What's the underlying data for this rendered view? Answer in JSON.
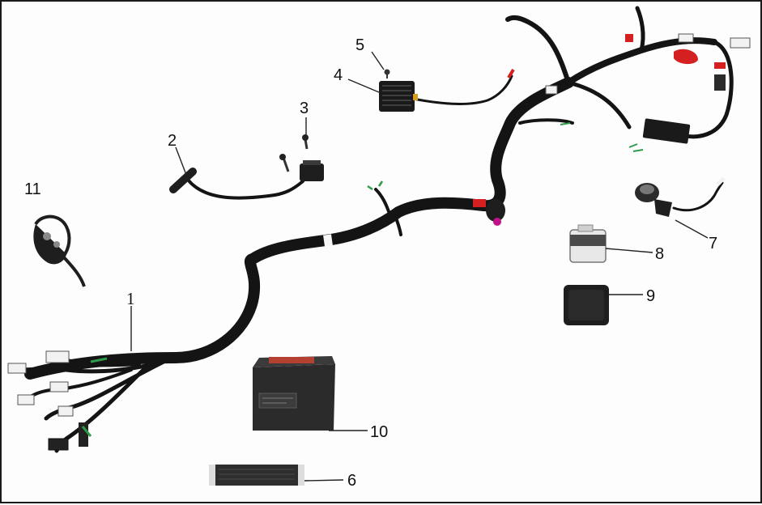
{
  "diagram": {
    "callouts": [
      {
        "id": "1",
        "label": "1"
      },
      {
        "id": "2",
        "label": "2"
      },
      {
        "id": "3",
        "label": "3"
      },
      {
        "id": "4",
        "label": "4"
      },
      {
        "id": "5",
        "label": "5"
      },
      {
        "id": "6",
        "label": "6"
      },
      {
        "id": "7",
        "label": "7"
      },
      {
        "id": "8",
        "label": "8"
      },
      {
        "id": "9",
        "label": "9"
      },
      {
        "id": "10",
        "label": "10"
      },
      {
        "id": "11",
        "label": "11"
      }
    ],
    "colors": {
      "wire": "#141414",
      "connector_white": "#f2f2f2",
      "connector_red": "#d42020",
      "connector_magenta": "#c0138a",
      "wire_green": "#2f9a4a",
      "battery_body": "#2b2b2b",
      "battery_label": "#b34030"
    }
  }
}
